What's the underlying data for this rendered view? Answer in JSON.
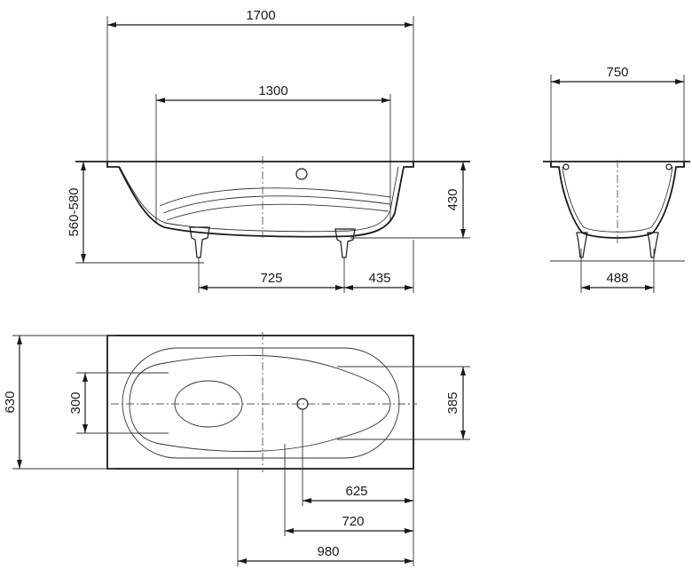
{
  "drawing": {
    "side_view": {
      "overall_length": "1700",
      "inner_length": "1300",
      "height_range": "560-580",
      "depth": "430",
      "leg_spacing": "725",
      "leg_offset": "435"
    },
    "end_view": {
      "overall_width": "750",
      "leg_width": "488"
    },
    "top_view": {
      "overall_width": "630",
      "inner_width": "300",
      "drain_zone": "385",
      "drain_to_end_a": "625",
      "drain_to_end_b": "720",
      "drain_to_end_c": "980"
    }
  }
}
